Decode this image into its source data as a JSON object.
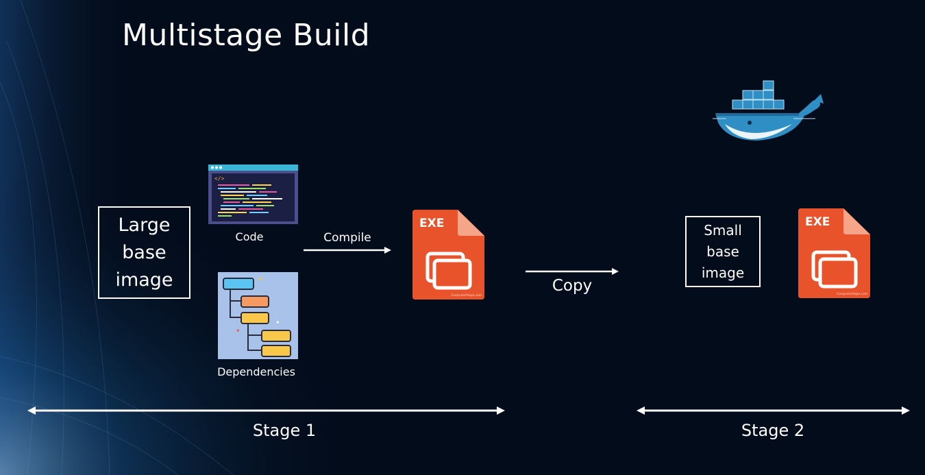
{
  "slide": {
    "title": "Multistage Build"
  },
  "stage1": {
    "base_image_label": "Large\nbase\nimage",
    "code_label": "Code",
    "dependencies_label": "Dependencies",
    "compile_label": "Compile",
    "stage_label": "Stage 1"
  },
  "transfer": {
    "copy_label": "Copy"
  },
  "stage2": {
    "base_image_label": "Small\nbase\nimage",
    "stage_label": "Stage 2"
  },
  "exe_icon": {
    "badge": "EXE",
    "icon_name": "exe-file-icon",
    "watermark": "ComputerHope.com"
  },
  "code_icon": {
    "tag": "</>",
    "icon_name": "code-editor-icon"
  },
  "colors": {
    "background": "#030c1b",
    "exe_orange": "#e8532b",
    "exe_fold": "#f7a589",
    "docker_blue": "#2f8fc4",
    "code_frame": "#4b4f8e",
    "deps_bg": "#a9c2ea"
  }
}
